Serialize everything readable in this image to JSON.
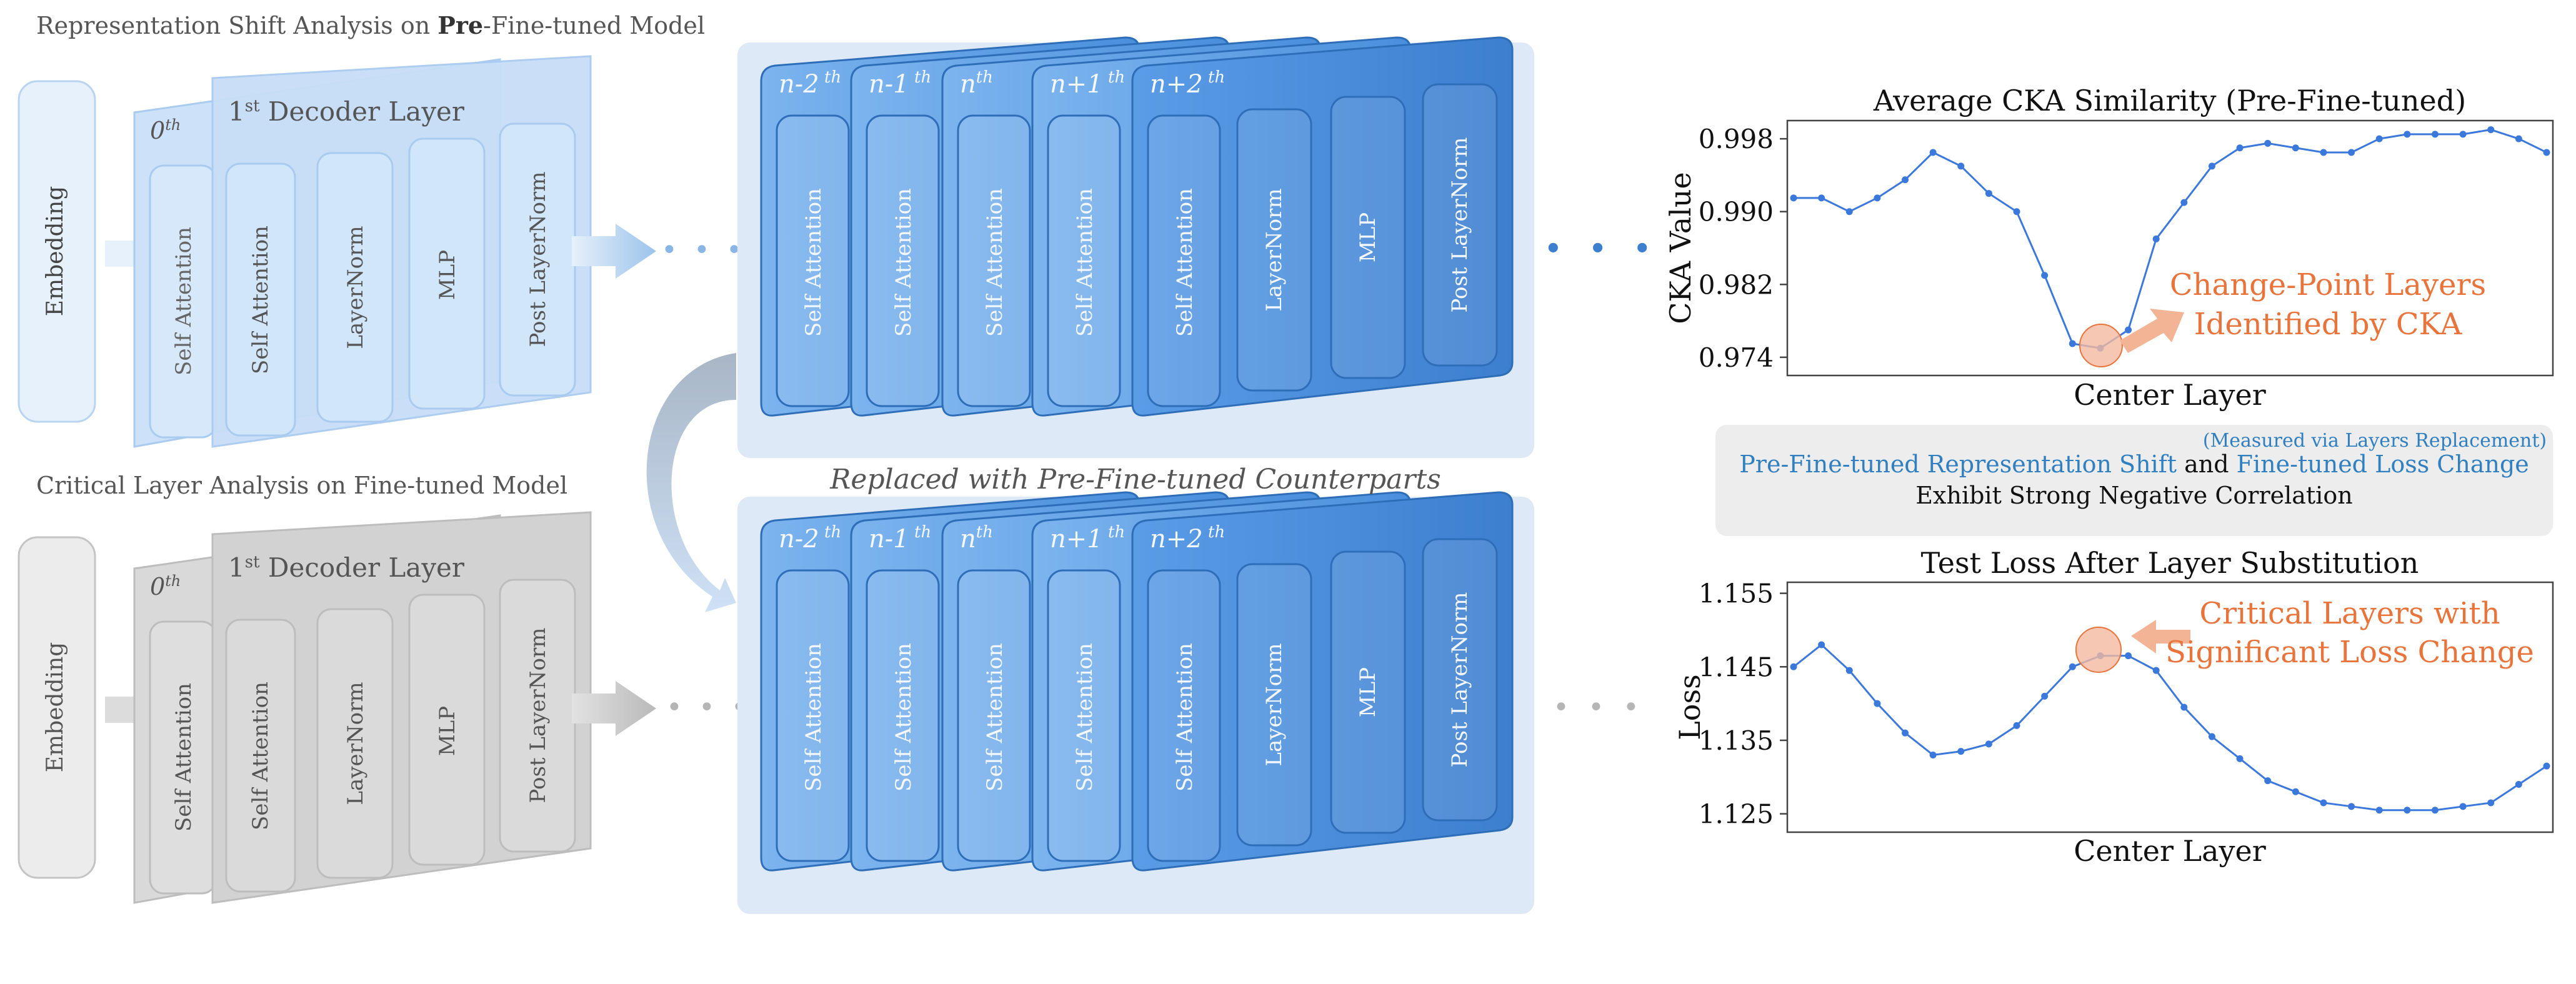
{
  "top_section": {
    "title_prefix": "Representation Shift Analysis on ",
    "title_bold": "Pre",
    "title_suffix": "-Fine-tuned Model"
  },
  "bottom_section": {
    "title": "Critical Layer Analysis on Fine-tuned Model"
  },
  "embedding_label": "Embedding",
  "layer0_label": {
    "base": "0",
    "sup": "th"
  },
  "layer1_label": {
    "base": "1",
    "sup": "st",
    "rest": " Decoder Layer"
  },
  "sublayers": [
    "Self Attention",
    "LayerNorm",
    "MLP",
    "Post LayerNorm"
  ],
  "center_layers": [
    {
      "base": "n-2",
      "sup": " th"
    },
    {
      "base": "n-1",
      "sup": " th"
    },
    {
      "base": "n",
      "sup": "th"
    },
    {
      "base": "n+1",
      "sup": " th"
    },
    {
      "base": "n+2",
      "sup": " th"
    }
  ],
  "replaced_caption": "Replaced with Pre-Fine-tuned Counterparts",
  "ellipsis": "• • •",
  "colors": {
    "light_blue": "#cfe3f8",
    "mid_blue": "#6aa6e6",
    "dark_blue": "#3f85d6",
    "gray": "#cfcfcf",
    "orange": "#e8743b",
    "link_blue": "#2f7fc1",
    "line_blue": "#2f6fd6"
  },
  "middle_box": {
    "note": "(Measured via Layers Replacement)",
    "line1_a": "Pre-Fine-tuned Representation Shift",
    "line1_b": " and ",
    "line1_c": "Fine-tuned Loss Change",
    "line2": "Exhibit Strong Negative Correlation"
  },
  "chart_data": [
    {
      "type": "line",
      "title": "Average CKA Similarity (Pre-Fine-tuned)",
      "xlabel": "Center Layer",
      "ylabel": "CKA Value",
      "yticks": [
        "0.998",
        "0.990",
        "0.982",
        "0.974"
      ],
      "ylim": [
        0.972,
        1.0
      ],
      "values": [
        0.9915,
        0.9915,
        0.99,
        0.9915,
        0.9935,
        0.9965,
        0.995,
        0.992,
        0.99,
        0.983,
        0.9755,
        0.975,
        0.977,
        0.987,
        0.991,
        0.995,
        0.997,
        0.9975,
        0.997,
        0.9965,
        0.9965,
        0.998,
        0.9985,
        0.9985,
        0.9985,
        0.999,
        0.998,
        0.9965
      ],
      "annotation": [
        "Change-Point Layers",
        "Identified by CKA"
      ]
    },
    {
      "type": "line",
      "title": "Test Loss After Layer Substitution",
      "xlabel": "Center Layer",
      "ylabel": "Loss",
      "yticks": [
        "1.155",
        "1.145",
        "1.135",
        "1.125"
      ],
      "ylim": [
        1.1225,
        1.1565
      ],
      "values": [
        1.145,
        1.148,
        1.1445,
        1.14,
        1.136,
        1.133,
        1.1335,
        1.1345,
        1.137,
        1.141,
        1.145,
        1.1465,
        1.1465,
        1.1445,
        1.1395,
        1.1355,
        1.1325,
        1.1295,
        1.128,
        1.1265,
        1.126,
        1.1255,
        1.1255,
        1.1255,
        1.126,
        1.1265,
        1.129,
        1.1315
      ],
      "annotation": [
        "Critical Layers with",
        "Significant Loss Change"
      ]
    }
  ]
}
